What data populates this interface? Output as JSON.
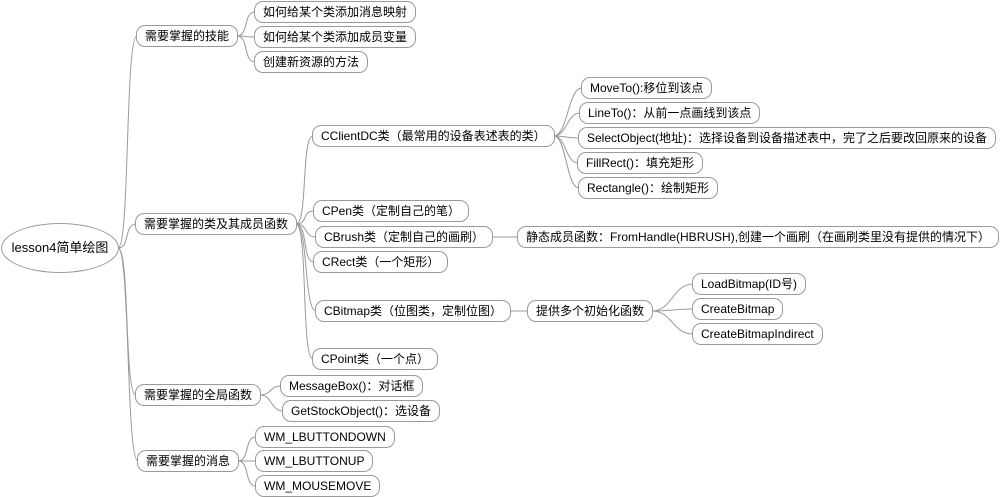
{
  "diagram": {
    "title": "lesson4简单绘图 mind map",
    "root": "lesson4简单绘图",
    "skills": {
      "label": "需要掌握的技能",
      "children": [
        "如何给某个类添加消息映射",
        "如何给某个类添加成员变量",
        "创建新资源的方法"
      ]
    },
    "classes": {
      "label": "需要掌握的类及其成员函数",
      "cclientdc": "CClientDC类（最常用的设备表述表的类）",
      "cclientdc_members": [
        "MoveTo():移位到该点",
        "LineTo()：从前一点画线到该点",
        "SelectObject(地址)：选择设备到设备描述表中，完了之后要改回原来的设备",
        "FillRect()：填充矩形",
        "Rectangle()：绘制矩形"
      ],
      "cpen": "CPen类（定制自己的笔）",
      "cbrush": "CBrush类（定制自己的画刷）",
      "cbrush_static": "静态成员函数：FromHandle(HBRUSH),创建一个画刷（在画刷类里没有提供的情况下）",
      "crect": "CRect类（一个矩形）",
      "cbitmap": "CBitmap类（位图类，定制位图）",
      "cbitmap_init": "提供多个初始化函数",
      "cbitmap_init_members": [
        "LoadBitmap(ID号)",
        "CreateBitmap",
        "CreateBitmapIndirect"
      ],
      "cpoint": "CPoint类（一个点）"
    },
    "globals": {
      "label": "需要掌握的全局函数",
      "children": [
        "MessageBox()：对话框",
        "GetStockObject()：选设备"
      ]
    },
    "messages": {
      "label": "需要掌握的消息",
      "children": [
        "WM_LBUTTONDOWN",
        "WM_LBUTTONUP",
        "WM_MOUSEMOVE"
      ]
    },
    "colors": {
      "node_border": "#9a9a9a",
      "edge": "#9a9a9a",
      "text": "#000000",
      "background": "#ffffff"
    }
  }
}
